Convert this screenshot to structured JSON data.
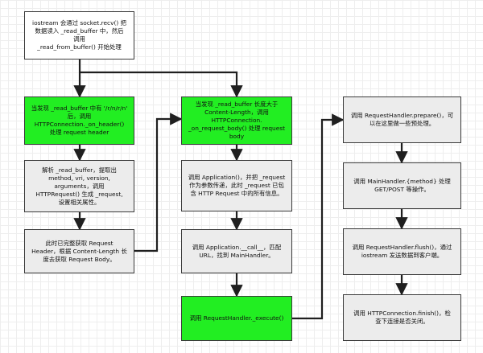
{
  "colors": {
    "green_fill": "#22ee22",
    "gray_fill": "#ececec",
    "white_fill": "#ffffff",
    "border": "#3a3a3a",
    "arrow": "#1f1f1f"
  },
  "nodes": {
    "recv": "iostream 会通过 socket.recv() 把\n数据读入 _read_buffer 中，然后\n调用\n_read_from_buffer() 开始处理",
    "on_header": "当发现 _read_buffer 中有 '/r/n/r/n'\n后，调用\nHTTPConnection._on_header()\n处理 request header",
    "parse": "解析 _read_buffer，提取出\nmethod, vri, version,\narguments，调用\nHTTPRequest() 生成 _request,\n设置相关属性。",
    "header_done": "此时已完整获取 Request\nHeader，根据 Content-Length 长\n度去获取 Request Body。",
    "on_body": "当发现 _read_buffer 长度大于\nContent-Length，调用\nHTTPConnection.\n_on_request_body() 处理 request\nbody",
    "application": "调用 Application()，并把 _request\n作为参数传递，此时 _request 已包\n含 HTTP Request 中的所有信息。",
    "app_call": "调用 Application.__call__，匹配\nURL，找到 MainHandler。",
    "execute": "调用 RequestHandler._execute()",
    "prepare": "调用 RequestHandler.prepare()，可\n以在这里做一些预处理。",
    "method": "调用 MainHandler.{method} 处理\nGET/POST 等操作。",
    "flush": "调用 RequestHandler.flush()，通过\niostream 发送数据到客户端。",
    "finish": "调用 HTTPConnection.finish()，检\n查下连接是否关闭。"
  }
}
